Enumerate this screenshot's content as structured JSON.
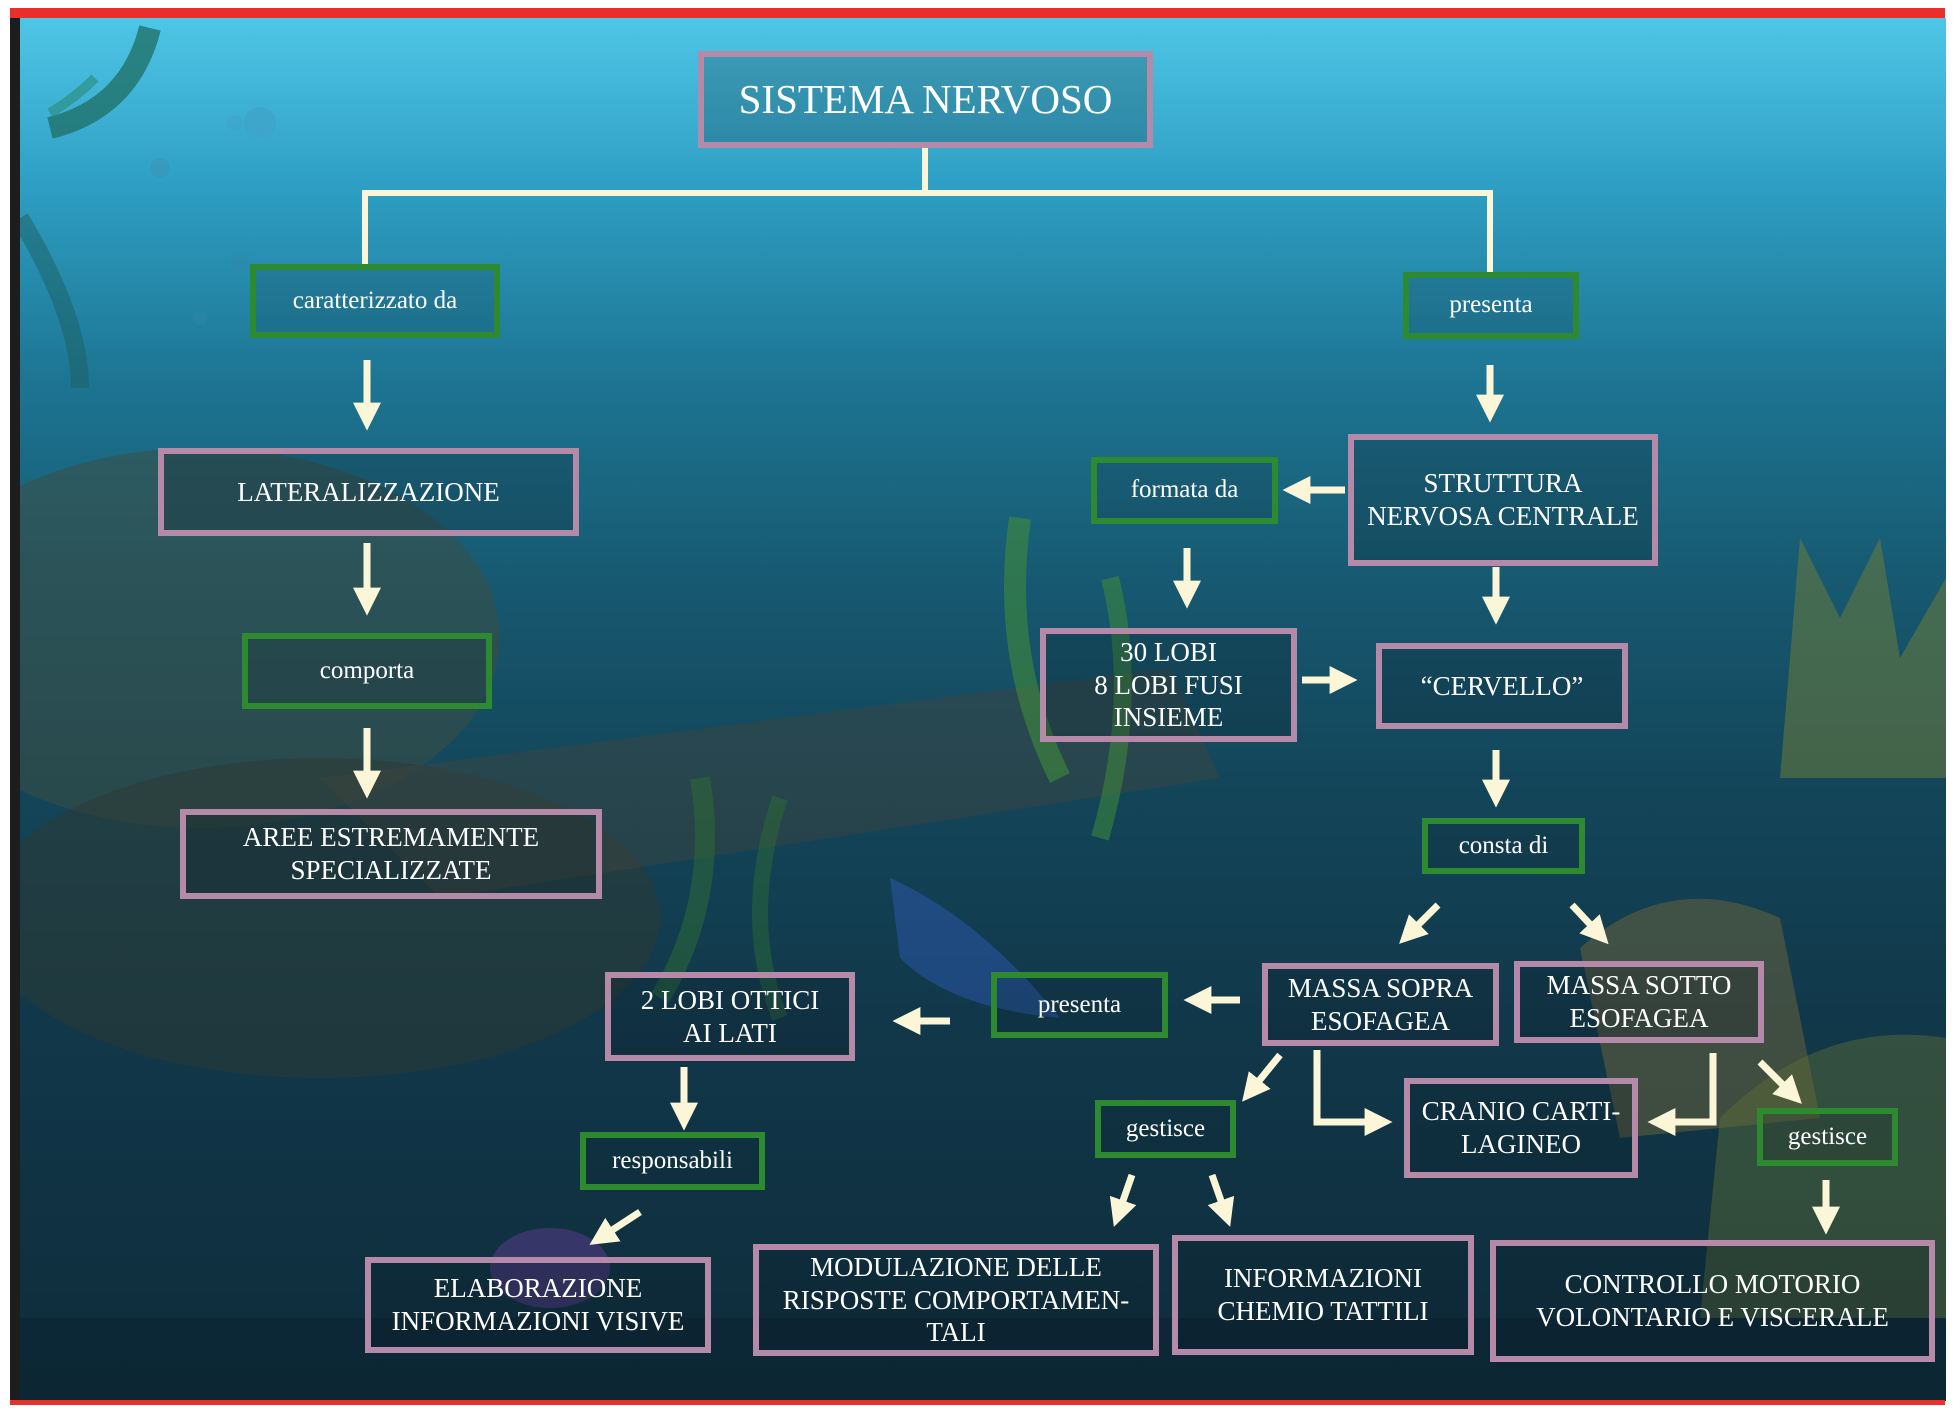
{
  "title": "SISTEMA NERVOSO",
  "colors": {
    "concept_border": "#b58aa8",
    "link_border": "#2e8a31",
    "arrow": "#fbf6d8",
    "frame": "#e8302b"
  },
  "nodes": {
    "root": "SISTEMA NERVOSO",
    "caratterizzato_da": "caratterizzato da",
    "presenta_right": "presenta",
    "lateralizzazione": "LATERALIZZAZIONE",
    "comporta": "comporta",
    "aree": "AREE ESTREMAMENTE\nSPECIALIZZATE",
    "struttura": "STRUTTURA\nNERVOSA CENTRALE",
    "formata_da": "formata da",
    "lobi": "30 LOBI\n8 LOBI FUSI\nINSIEME",
    "cervello": "“CERVELLO”",
    "consta_di": "consta di",
    "massa_sopra": "MASSA SOPRA\nESOFAGEA",
    "massa_sotto": "MASSA SOTTO\nESOFAGEA",
    "presenta_left": "presenta",
    "lobi_ottici": "2 LOBI OTTICI\nAI LATI",
    "responsabili": "responsabili",
    "elaborazione": "ELABORAZIONE\nINFORMAZIONI VISIVE",
    "gestisce_left": "gestisce",
    "cranio": "CRANIO CARTI-\nLAGINEO",
    "gestisce_right": "gestisce",
    "modulazione": "MODULAZIONE DELLE\nRISPOSTE COMPORTAMEN-\nTALI",
    "informazioni": "INFORMAZIONI\nCHEMIO TATTILI",
    "controllo": "CONTROLLO MOTORIO\nVOLONTARIO E VISCERALE"
  }
}
